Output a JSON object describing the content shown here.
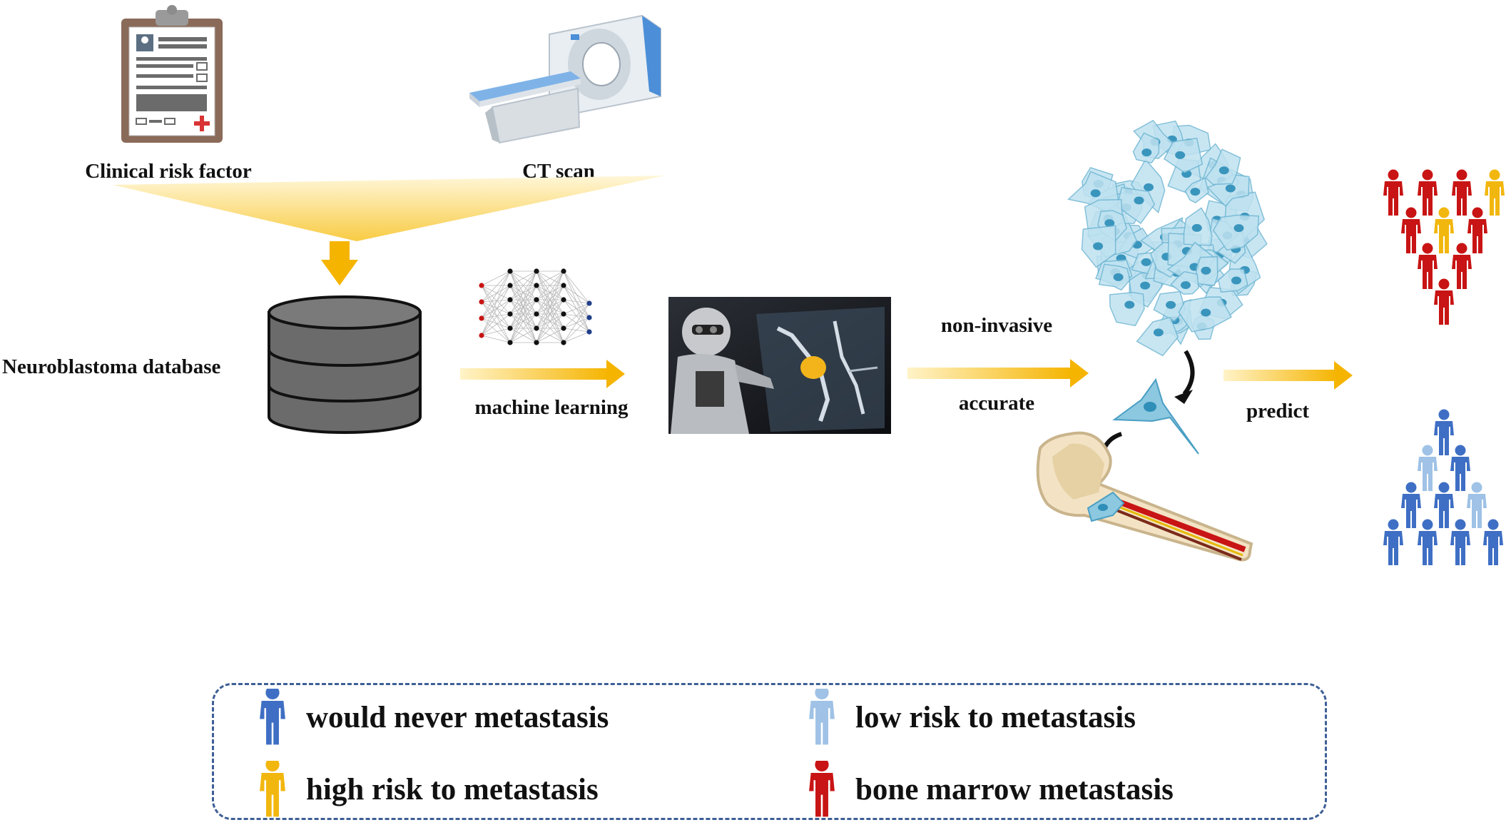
{
  "labels": {
    "clinical": "Clinical risk factor",
    "ct": "CT scan",
    "database": "Neuroblastoma database",
    "ml": "machine learning",
    "noninvasive": "non-invasive",
    "accurate": "accurate",
    "predict": "predict"
  },
  "legend": [
    {
      "key": "never",
      "text": "would never metastasis",
      "color": "#3f6fc4"
    },
    {
      "key": "low",
      "text": "low risk to metastasis",
      "color": "#9fc2e6"
    },
    {
      "key": "high",
      "text": "high risk to metastasis",
      "color": "#f2b70f"
    },
    {
      "key": "bm",
      "text": "bone marrow metastasis",
      "color": "#c81414"
    }
  ],
  "colors": {
    "arrow": "#f5b400",
    "cell": "#6fb6d3",
    "database": "#6b6b6b",
    "legend_border": "#3e5f96"
  }
}
